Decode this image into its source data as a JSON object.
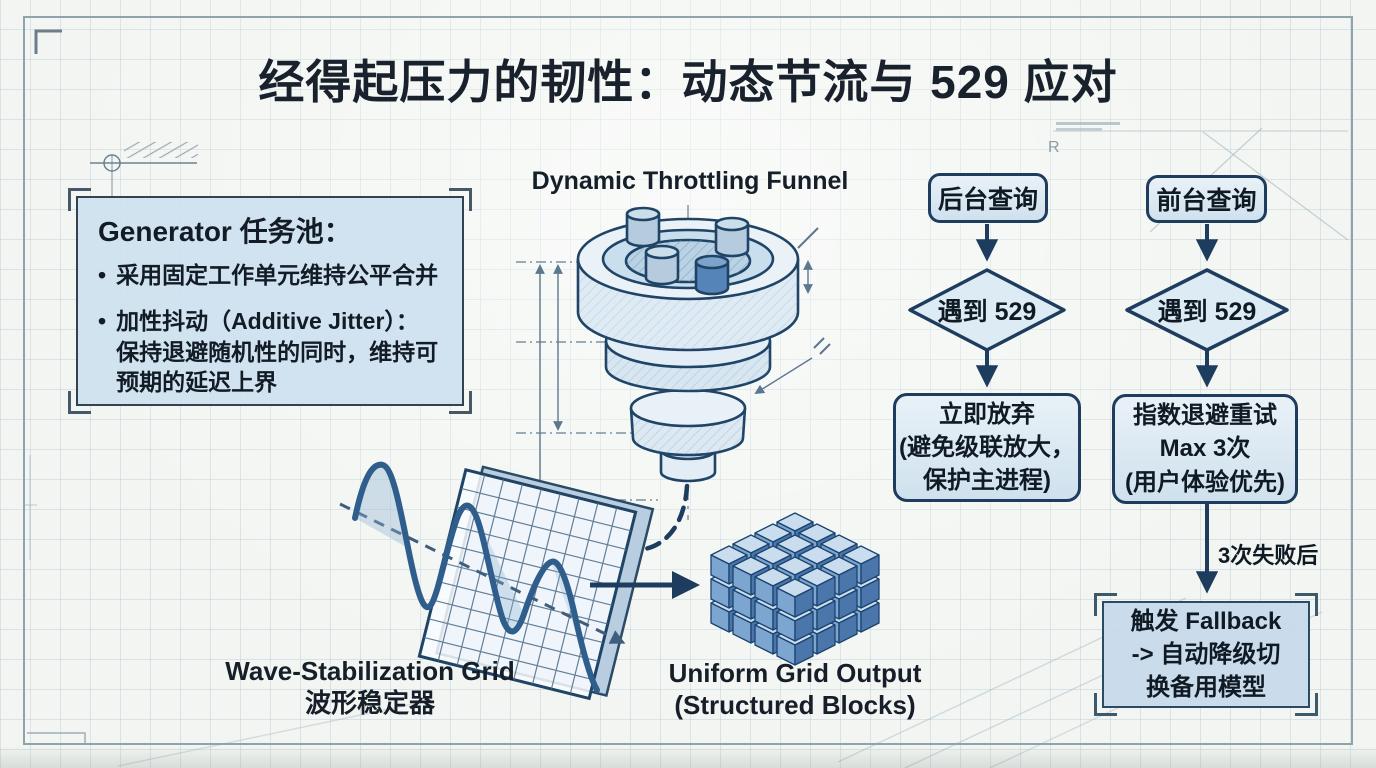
{
  "title": "经得起压力的韧性：动态节流与 529 应对",
  "generator_box": {
    "heading": "Generator 任务池：",
    "bullet1": "采用固定工作单元维持公平合并",
    "bullet2_l1": "加性抖动（Additive Jitter）：",
    "bullet2_l2": "保持退避随机性的同时，维持可",
    "bullet2_l3": "预期的延迟上界"
  },
  "funnel_label": "Dynamic Throttling Funnel",
  "wave_label": {
    "en": "Wave-Stabilization Grid",
    "zh": "波形稳定器"
  },
  "output_label": {
    "l1": "Uniform Grid Output",
    "l2": "(Structured Blocks)"
  },
  "flow_background": {
    "start": "后台查询",
    "condition": "遇到 529",
    "action_l1": "立即放弃",
    "action_l2": "(避免级联放大，",
    "action_l3": "保护主进程)"
  },
  "flow_foreground": {
    "start": "前台查询",
    "condition": "遇到 529",
    "action_l1": "指数退避重试",
    "action_l2": "Max 3次",
    "action_l3": "(用户体验优先)",
    "edge_label": "3次失败后",
    "fallback_l1": "触发 Fallback",
    "fallback_l2": "-> 自动降级切",
    "fallback_l3": "换备用模型"
  },
  "colors": {
    "node_border": "#1d3c5e",
    "node_fill": "#dcebf4",
    "info_box_fill": "#cde1ef",
    "wave_stroke": "#2f5e8c",
    "cube_top": "#c9ddee",
    "cube_left": "#7ca6d0",
    "cube_right": "#4a76ab",
    "ink": "#131c26",
    "paper": "#f2f5f2"
  }
}
